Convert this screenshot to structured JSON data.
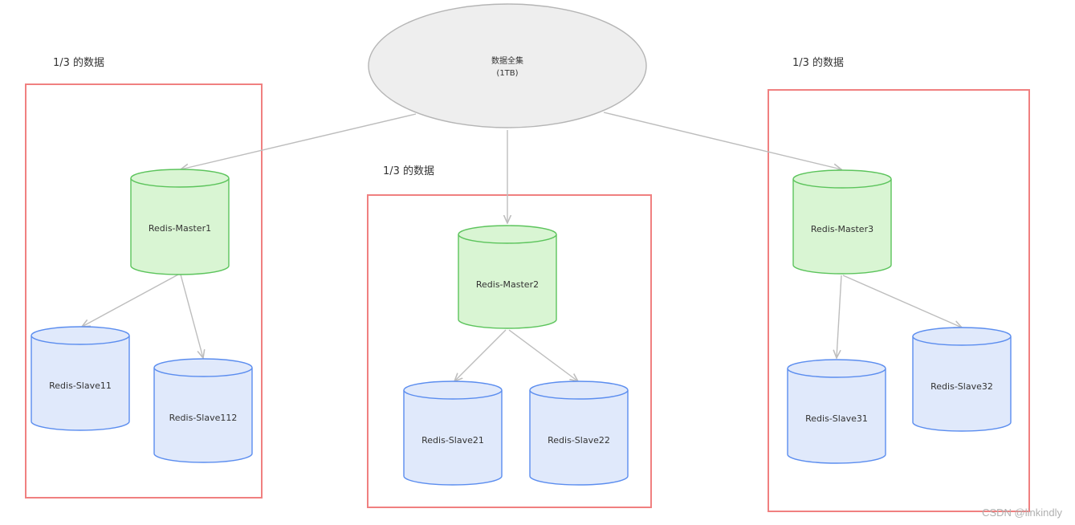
{
  "dataset": {
    "line1": "数据全集",
    "line2": "(1TB)"
  },
  "groups": [
    {
      "label": "1/3 的数据",
      "master": "Redis-Master1",
      "slaves": [
        "Redis-Slave11",
        "Redis-Slave112"
      ]
    },
    {
      "label": "1/3 的数据",
      "master": "Redis-Master2",
      "slaves": [
        "Redis-Slave21",
        "Redis-Slave22"
      ]
    },
    {
      "label": "1/3 的数据",
      "master": "Redis-Master3",
      "slaves": [
        "Redis-Slave31",
        "Redis-Slave32"
      ]
    }
  ],
  "colors": {
    "group_border": "#f08080",
    "master_fill": "#d9f5d3",
    "master_stroke": "#5cc45c",
    "slave_fill": "#e0e9fb",
    "slave_stroke": "#5b8def",
    "dataset_fill": "#eeeeee",
    "dataset_stroke": "#b5b5b5",
    "arrow": "#bdbdbd"
  },
  "watermark": "CSDN @linkindly"
}
